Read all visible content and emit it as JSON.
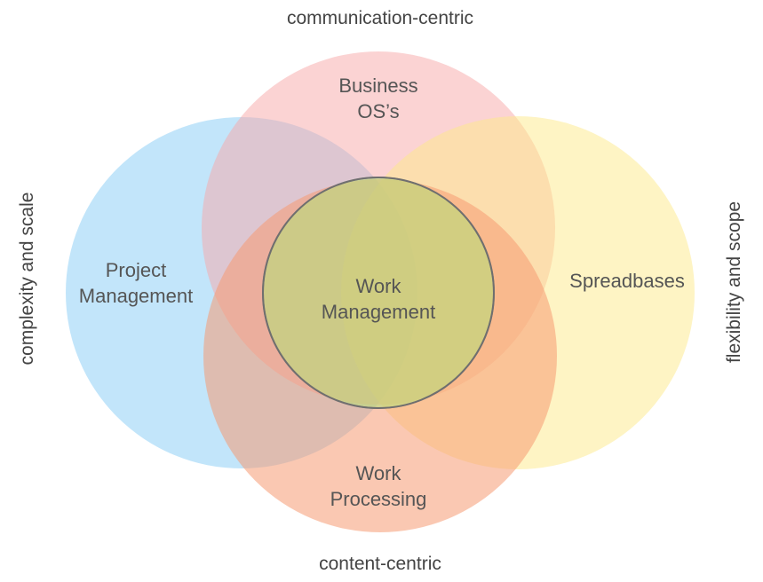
{
  "axes": {
    "top": "communication-centric",
    "bottom": "content-centric",
    "left": "complexity and scale",
    "right": "flexibility and scope"
  },
  "circles": {
    "business_os": {
      "label_line1": "Business",
      "label_line2": "OS’s",
      "color": "#f8a7a7"
    },
    "project_management": {
      "label_line1": "Project",
      "label_line2": "Management",
      "color": "#8fd0f5"
    },
    "spreadbases": {
      "label_line1": "Spreadbases",
      "color": "#fde98a"
    },
    "work_processing": {
      "label_line1": "Work",
      "label_line2": "Processing",
      "color": "#f59a72"
    },
    "work_management": {
      "label_line1": "Work",
      "label_line2": "Management",
      "color": "#b9dd7a",
      "stroke": "#6f6f6f"
    }
  }
}
